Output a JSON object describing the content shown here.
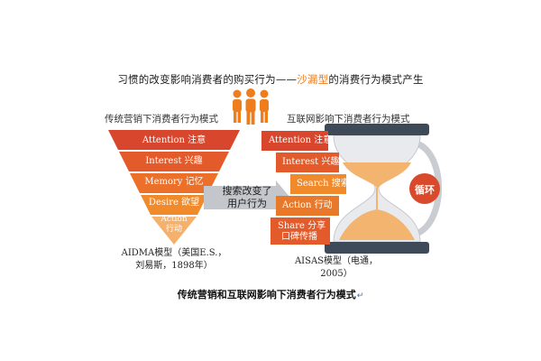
{
  "headline": {
    "prefix": "习惯的改变影响消费者的购买行为——",
    "highlight": "沙漏型",
    "suffix": "的消费行为模式产生"
  },
  "left": {
    "title": "传统营销下消费者行为模式",
    "layers": [
      "Attention 注意",
      "Interest 兴趣",
      "Memory 记忆",
      "Desire 欲望"
    ],
    "tip_line1": "Action",
    "tip_line2": "行动",
    "note_line1": "AIDMA模型（美国E.S.，",
    "note_line2": "刘易斯，1898年）"
  },
  "arrow": {
    "line1": "搜索改变了",
    "line2": "用户行为"
  },
  "right": {
    "title": "互联网影响下消费者行为模式",
    "layers": [
      "Attention 注意",
      "Interest 兴趣",
      "Search 搜索",
      "Action 行动"
    ],
    "share_line1": "Share 分享",
    "share_line2": "口碑传播",
    "loop": "循环",
    "note": "AISAS模型（电通，2005）"
  },
  "caption": {
    "text": "传统营销和互联网影响下消费者行为模式",
    "return_mark": "↵"
  },
  "colors": {
    "red": "#d8472d",
    "orange": "#f08a2b",
    "peach": "#f5b06c",
    "dark": "#3f4a58",
    "gray": "#bfc3c9",
    "loop": "#d94a2c"
  }
}
